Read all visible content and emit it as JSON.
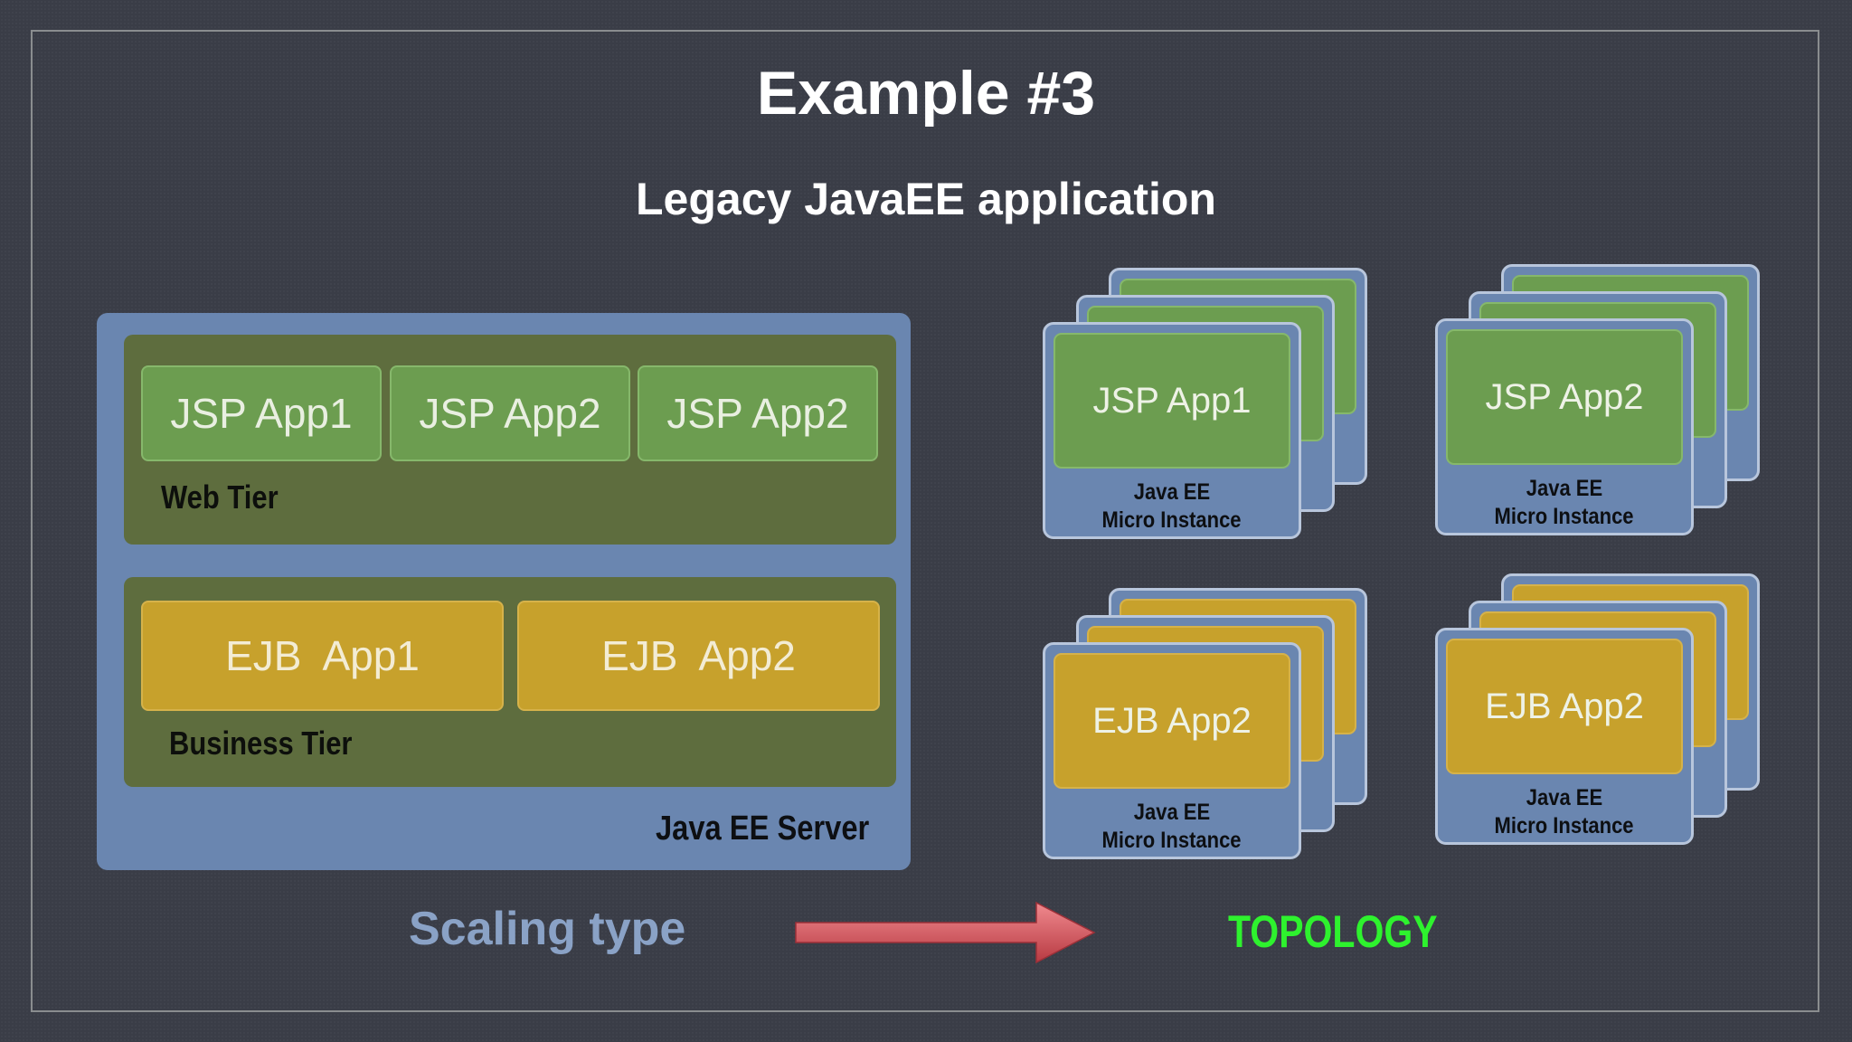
{
  "slide": {
    "title": "Example #3",
    "subtitle": "Legacy JavaEE application"
  },
  "server": {
    "label": "Java EE Server",
    "web_tier": {
      "label": "Web Tier",
      "apps": [
        "JSP App1",
        "JSP App2",
        "JSP App2"
      ]
    },
    "business_tier": {
      "label": "Business Tier",
      "apps": [
        "EJB  App1",
        "EJB  App2"
      ]
    }
  },
  "topology": {
    "instances": [
      {
        "app": "JSP App1",
        "line1": "Java EE",
        "line2": "Micro Instance"
      },
      {
        "app": "JSP App2",
        "line1": "Java EE",
        "line2": "Micro Instance"
      },
      {
        "app": "EJB App2",
        "line1": "Java EE",
        "line2": "Micro Instance"
      },
      {
        "app": "EJB App2",
        "line1": "Java EE",
        "line2": "Micro Instance"
      }
    ]
  },
  "footer": {
    "scaling_label": "Scaling type",
    "topology_label": "TOPOLOGY"
  },
  "colors": {
    "background": "#3a3d47",
    "server_blue": "#6a86b0",
    "tier_olive": "#5e6d3e",
    "jsp_green": "#6c9d50",
    "ejb_gold": "#c7a12c",
    "arrow_red": "#d8545a",
    "topology_green": "#2ef22e"
  }
}
